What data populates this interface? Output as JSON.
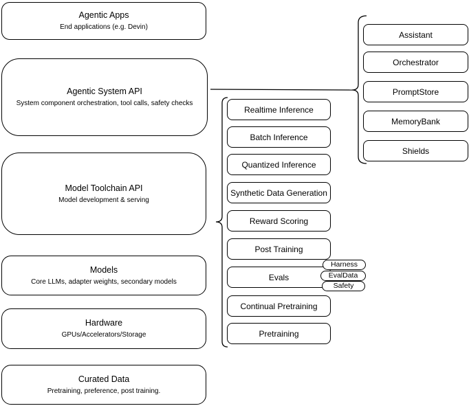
{
  "layers": [
    {
      "title": "Agentic Apps",
      "subtitle": "End applications (e.g. Devin)"
    },
    {
      "title": "Agentic System API",
      "subtitle": "System component orchestration, tool calls, safety checks"
    },
    {
      "title": "Model Toolchain API",
      "subtitle": "Model development & serving"
    },
    {
      "title": "Models",
      "subtitle": "Core LLMs, adapter weights, secondary models"
    },
    {
      "title": "Hardware",
      "subtitle": "GPUs/Accelerators/Storage"
    },
    {
      "title": "Curated Data",
      "subtitle": "Pretraining, preference, post training."
    }
  ],
  "toolchain": {
    "items": [
      "Realtime Inference",
      "Batch Inference",
      "Quantized Inference",
      "Synthetic Data Generation",
      "Reward Scoring",
      "Post Training",
      "Evals",
      "Continual Pretraining",
      "Pretraining"
    ]
  },
  "eval_tags": [
    "Harness",
    "EvalData",
    "Safety"
  ],
  "system_components": [
    "Assistant",
    "Orchestrator",
    "PromptStore",
    "MemoryBank",
    "Shields"
  ],
  "colors": {
    "stroke": "#000000",
    "fill": "#ffffff",
    "background": "#ffffff"
  }
}
